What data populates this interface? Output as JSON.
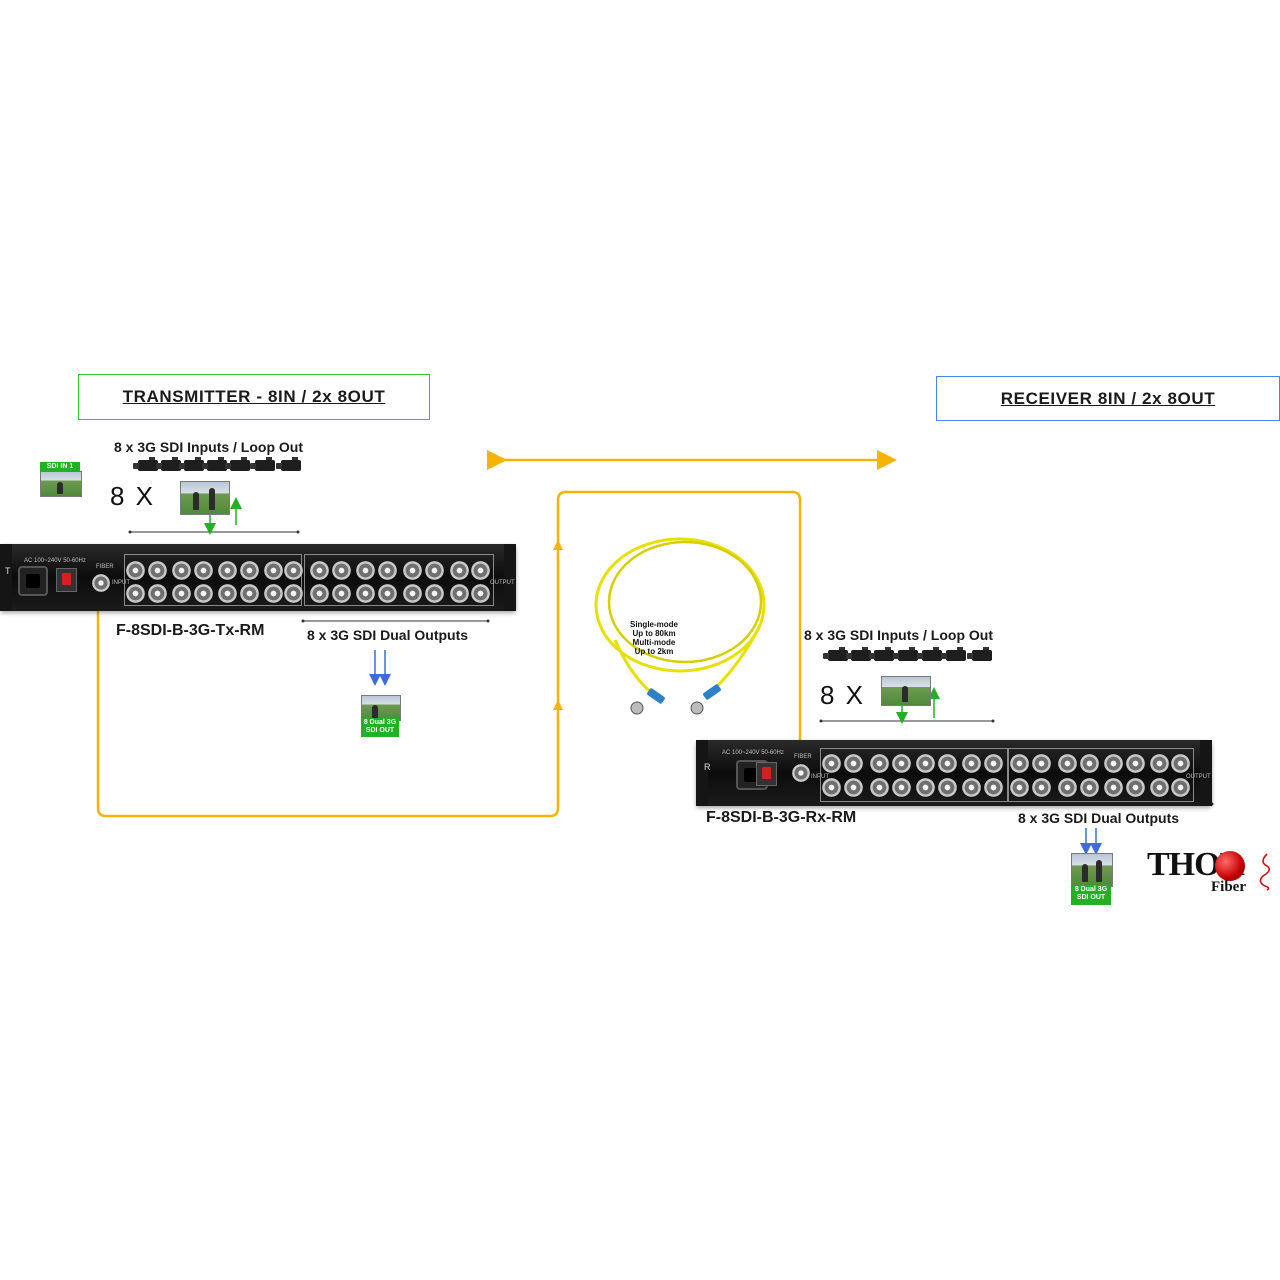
{
  "transmitter": {
    "title": "TRANSMITTER  - 8IN / 2x 8OUT",
    "inputs_label": "8 x 3G SDI Inputs  / Loop Out",
    "multiplier": "8 X",
    "sdi_in_tag": "SDI IN 1",
    "model": "F-8SDI-B-3G-Tx-RM",
    "outputs_label": "8 x 3G SDI Dual Outputs",
    "output_tag_line1": "8 Dual 3G",
    "output_tag_line2": "SDI OUT",
    "panel": {
      "power_spec": "AC 100~240V 50-60Hz",
      "fiber_port": "FIBER",
      "input_label": "INPUT",
      "output_label": "OUTPUT",
      "side_letter": "T"
    }
  },
  "receiver": {
    "title": "RECEIVER 8IN / 2x 8OUT",
    "inputs_label": "8 x 3G SDI Inputs  / Loop Out",
    "multiplier": "8 X",
    "model": "F-8SDI-B-3G-Rx-RM",
    "outputs_label": "8 x 3G SDI Dual Outputs",
    "output_tag_line1": "8 Dual 3G",
    "output_tag_line2": "SDI OUT",
    "panel": {
      "power_spec": "AC 100~240V 50-60Hz",
      "fiber_port": "FIBER",
      "input_label": "INPUT",
      "output_label": "OUTPUT",
      "side_letter": "R"
    }
  },
  "fiber_cable": {
    "line1": "Single-mode",
    "line2": "Up to 80km",
    "line3": "Multi-mode",
    "line4": "Up to 2km"
  },
  "brand": {
    "name": "THOR",
    "sub": "Fiber"
  },
  "colors": {
    "fiber_link": "#f5b400",
    "tx_box": "#3fbf3f",
    "rx_box": "#4a86e8",
    "input_arrow": "#22b024",
    "output_arrow": "#3a6fd8",
    "cable": "#e8e000",
    "connector": "#2f7fc9"
  }
}
